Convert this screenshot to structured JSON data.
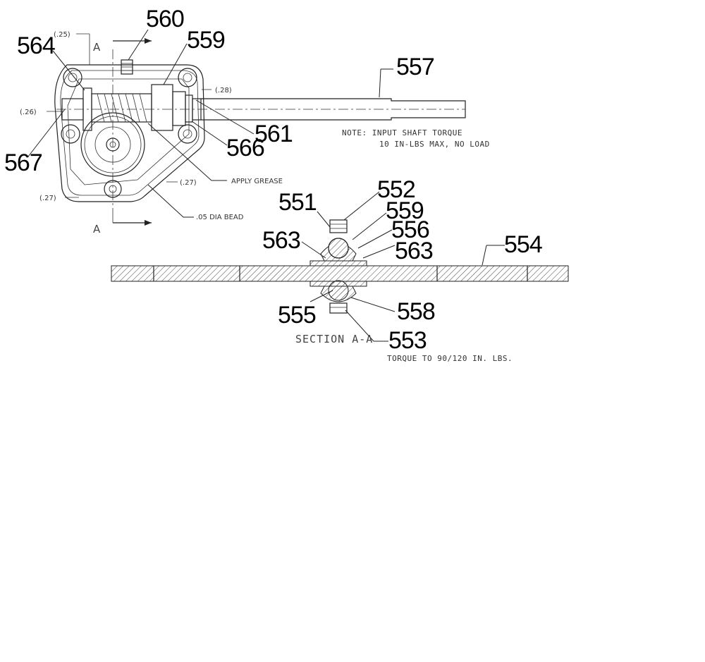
{
  "callouts": {
    "c560": "560",
    "c559_top": "559",
    "c564": "564",
    "c557": "557",
    "c561": "561",
    "c566": "566",
    "c567": "567",
    "c552": "552",
    "c551": "551",
    "c559_mid": "559",
    "c556": "556",
    "c563_left": "563",
    "c563_right": "563",
    "c554": "554",
    "c555": "555",
    "c558": "558",
    "c553": "553"
  },
  "dimensions": {
    "d25": "(.25)",
    "d28": "(.28)",
    "d26": "(.26)",
    "d27_right": "(.27)",
    "d27_left": "(.27)"
  },
  "labels": {
    "section_a_top": "A",
    "section_a_bottom": "A",
    "apply_grease": "APPLY GREASE",
    "bead": ".05 DIA BEAD",
    "note_line1": "NOTE:   INPUT SHAFT TORQUE",
    "note_line2": "10 IN-LBS MAX, NO LOAD",
    "section_title": "SECTION A-A",
    "torque_note": "TORQUE TO 90/120 IN. LBS."
  }
}
